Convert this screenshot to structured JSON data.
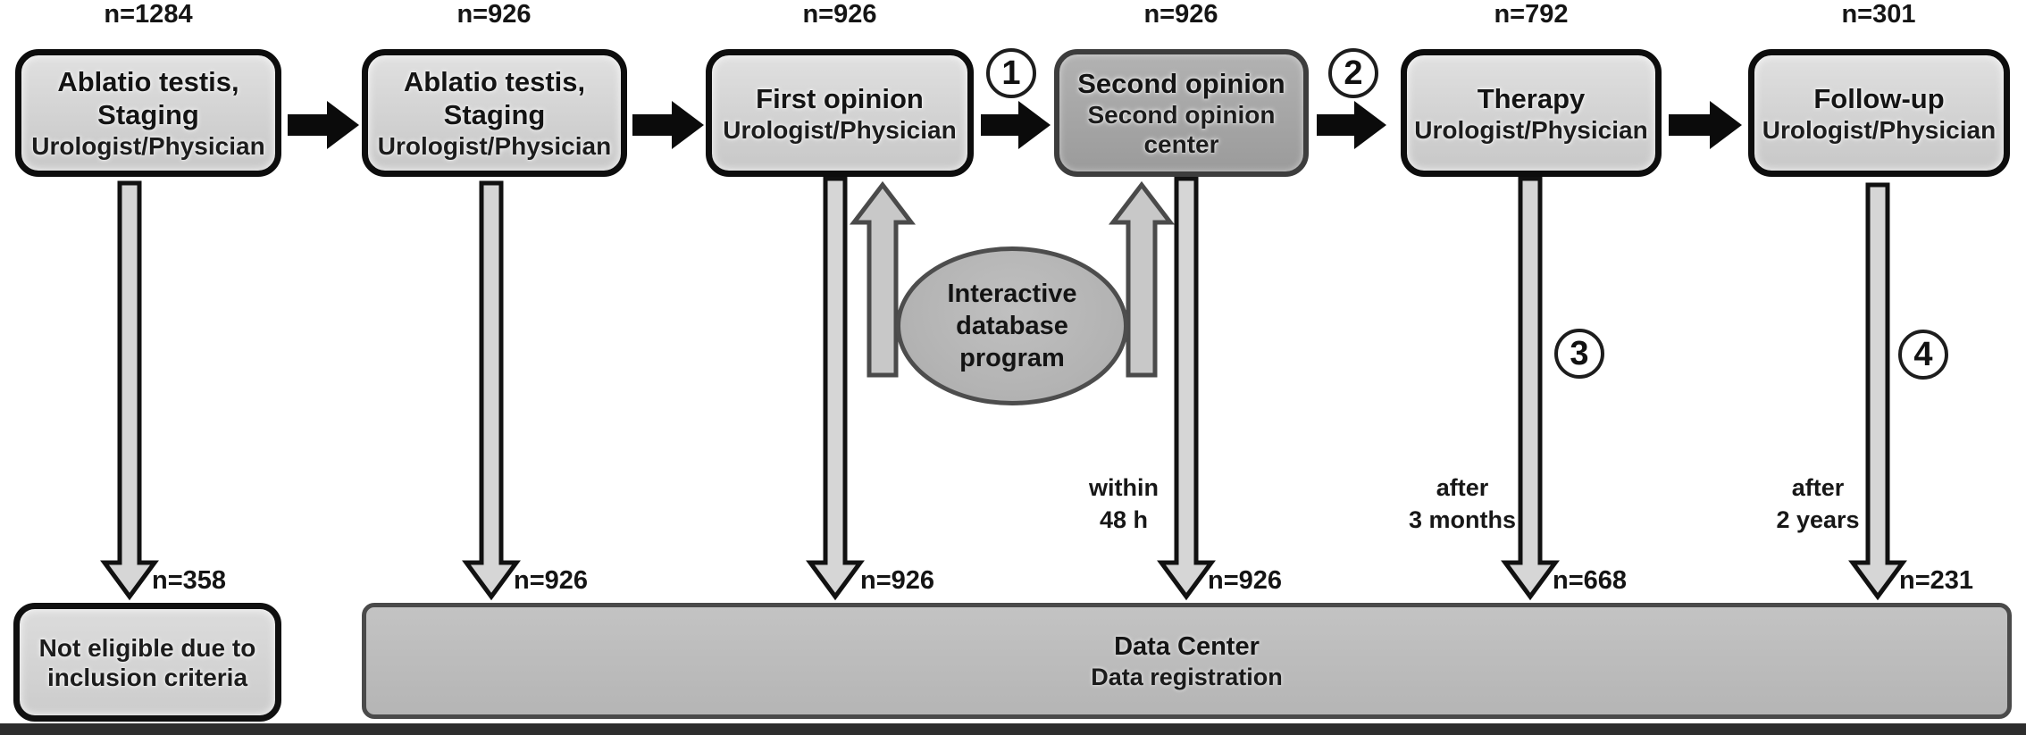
{
  "figure": {
    "stages": [
      {
        "count_top": "n=1284",
        "lines": [
          "Ablatio testis,",
          "Staging",
          "Urologist/Physician"
        ],
        "count_out": "n=358"
      },
      {
        "count_top": "n=926",
        "lines": [
          "Ablatio testis,",
          "Staging",
          "Urologist/Physician"
        ],
        "count_out": "n=926"
      },
      {
        "count_top": "n=926",
        "lines": [
          "First opinion",
          "Urologist/Physician"
        ],
        "count_out": "n=926"
      },
      {
        "count_top": "n=926",
        "lines": [
          "Second opinion",
          "Second opinion",
          "center"
        ],
        "count_out": "n=926",
        "note_lines": [
          "within",
          "48 h"
        ]
      },
      {
        "count_top": "n=792",
        "lines": [
          "Therapy",
          "Urologist/Physician"
        ],
        "count_out": "n=668",
        "note_lines": [
          "after",
          "3 months"
        ]
      },
      {
        "count_top": "n=301",
        "lines": [
          "Follow-up",
          "Urologist/Physician"
        ],
        "count_out": "n=231",
        "note_lines": [
          "after",
          "2 years"
        ]
      }
    ],
    "step_markers": [
      "1",
      "2",
      "3",
      "4"
    ],
    "ellipse_lines": [
      "Interactive",
      "database",
      "program"
    ],
    "not_eligible_lines": [
      "Not eligible due to",
      "inclusion criteria"
    ],
    "data_center": {
      "title": "Data Center",
      "subtitle": "Data registration"
    }
  },
  "colors": {
    "box_fill_light": "#d4d4d4",
    "box_fill_dark": "#a7a7a7",
    "box_border": "#0d0d0d",
    "ellipse_fill": "#b5b5b5",
    "down_arrow_fill": "#d6d6d6",
    "up_arrow_fill": "#c8c8c8",
    "flow_arrow": "#0b0b0b",
    "bottom_rule": "#2d2d2d"
  }
}
